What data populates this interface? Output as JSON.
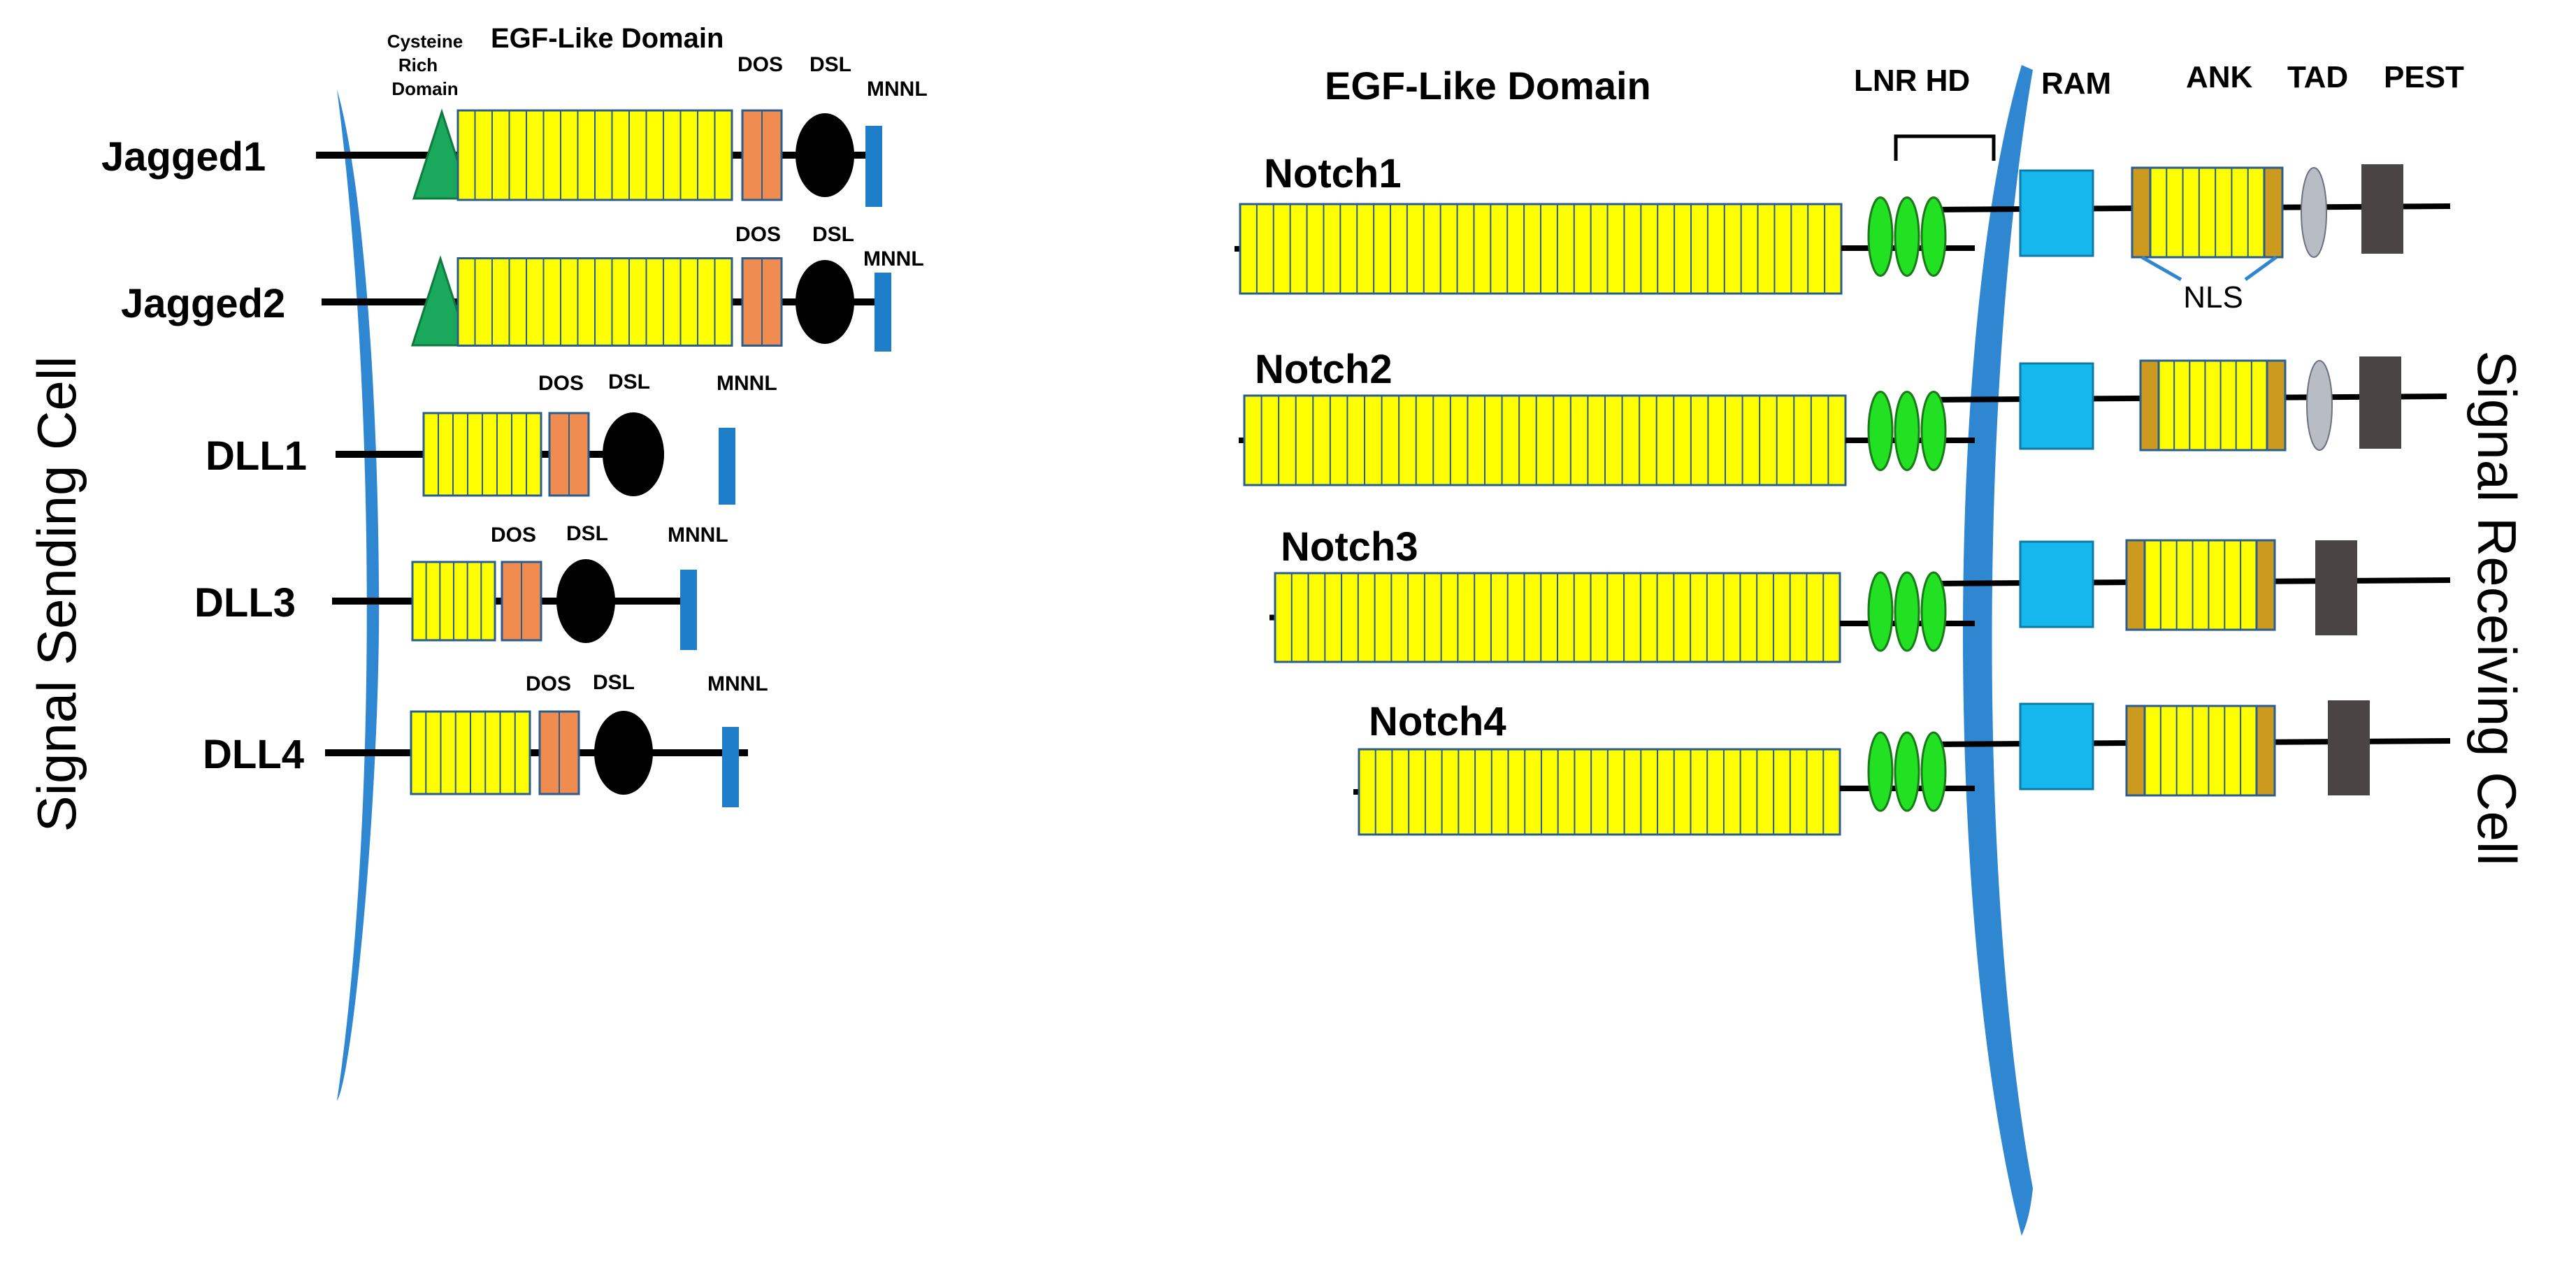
{
  "colors": {
    "membrane": "#2f86d1",
    "egf": "#ffff00",
    "egf_stroke": "#2a5d8f",
    "dos": "#f08c4f",
    "dsl": "#000000",
    "mnnl": "#1f7ec9",
    "cysteine": "#1aa85c",
    "lnr": "#22e022",
    "ram": "#15b8ec",
    "ank_cap": "#cc9a1e",
    "tad": "#b7bdc3",
    "pest": "#4a4444",
    "nls_bracket": "#2f86d1"
  },
  "left": {
    "side_label": "Signal Sending Cell",
    "header": {
      "cysteine_line1": "Cysteine",
      "cysteine_line2": "Rich",
      "cysteine_line3": "Domain",
      "egf": "EGF-Like Domain"
    },
    "ligands": [
      {
        "name": "Jagged1",
        "cysteine_rich": true,
        "egf_repeats": 16,
        "icons": [
          "cysteine-rich-triangle",
          "egf-repeats",
          "dos",
          "dsl-oval",
          "mnnl-bar"
        ]
      },
      {
        "name": "Jagged2",
        "cysteine_rich": true,
        "egf_repeats": 16,
        "icons": [
          "cysteine-rich-triangle",
          "egf-repeats",
          "dos",
          "dsl-oval",
          "mnnl-bar"
        ]
      },
      {
        "name": "DLL1",
        "cysteine_rich": false,
        "egf_repeats": 8,
        "icons": [
          "egf-repeats",
          "dos",
          "dsl-oval",
          "mnnl-bar"
        ]
      },
      {
        "name": "DLL3",
        "cysteine_rich": false,
        "egf_repeats": 6,
        "icons": [
          "egf-repeats",
          "dos",
          "dsl-oval",
          "mnnl-bar"
        ]
      },
      {
        "name": "DLL4",
        "cysteine_rich": false,
        "egf_repeats": 8,
        "icons": [
          "egf-repeats",
          "dos",
          "dsl-oval",
          "mnnl-bar"
        ]
      }
    ],
    "domain_labels": {
      "dos": "DOS",
      "dsl": "DSL",
      "mnnl": "MNNL"
    }
  },
  "right": {
    "side_label": "Signal Receiving Cell",
    "header": {
      "egf": "EGF-Like Domain",
      "lnr_hd": "LNR HD",
      "ram": "RAM",
      "ank": "ANK",
      "tad": "TAD",
      "pest": "PEST"
    },
    "nls_label": "NLS",
    "receptors": [
      {
        "name": "Notch1",
        "egf_repeats": 36,
        "ank_repeats": 7,
        "tad": true
      },
      {
        "name": "Notch2",
        "egf_repeats": 35,
        "ank_repeats": 7,
        "tad": true
      },
      {
        "name": "Notch3",
        "egf_repeats": 34,
        "ank_repeats": 7,
        "tad": false
      },
      {
        "name": "Notch4",
        "egf_repeats": 29,
        "ank_repeats": 7,
        "tad": false
      }
    ]
  }
}
